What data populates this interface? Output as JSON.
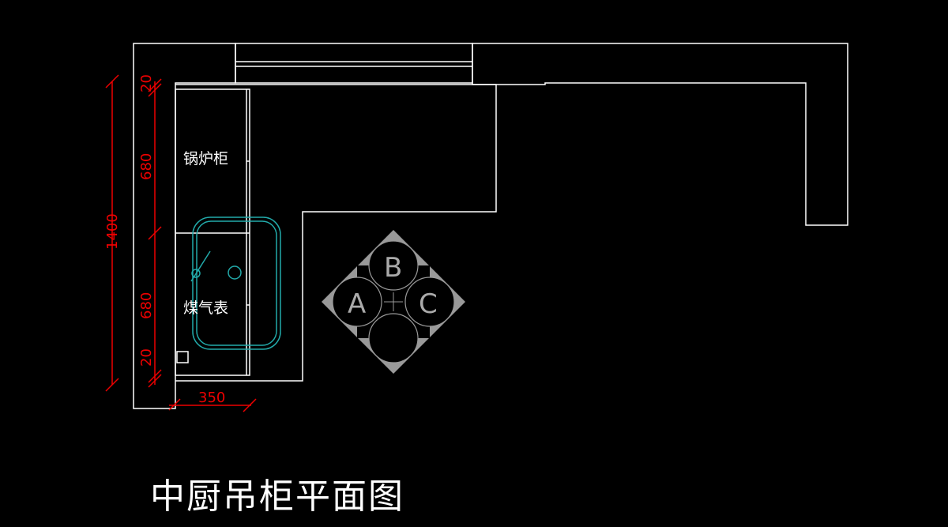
{
  "title": "中厨吊柜平面图",
  "rooms": {
    "boiler_cabinet": "锅炉柜",
    "gas_meter": "煤气表"
  },
  "dimensions": {
    "total_height": "1400",
    "top_gap": "20",
    "upper_section": "680",
    "lower_section": "680",
    "bottom_gap": "20",
    "depth": "350"
  },
  "symbol": {
    "a": "A",
    "b": "B",
    "c": "C"
  },
  "colors": {
    "wall": "#ffffff",
    "dimension": "#ee0000",
    "fixture": "#22aaaa",
    "symbol": "#aaaaaa"
  }
}
